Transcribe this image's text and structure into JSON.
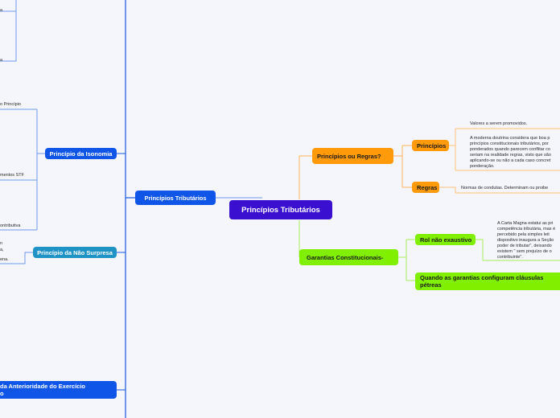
{
  "root": {
    "label": "Princípios Tributários"
  },
  "left": {
    "principios_tributarios": "Princípios Tributários",
    "isonomia": "Princípio da Isonomia",
    "nao_surpresa": "Princípio da Não Surpresa",
    "anterioridade": [
      "da Anterioridade do Exercício",
      "o"
    ],
    "fragments": {
      "f1": "a",
      "f2": "a",
      "f3": "o Princípio",
      "f4": "mentos STF",
      "f5": "ontributiva",
      "f6": "n",
      "f7": "a,",
      "f8": "ena."
    }
  },
  "right": {
    "principios_ou_regras": "Princípios ou Regras?",
    "principios": "Princípios",
    "regras": "Regras",
    "valores_text": "Valores a serem promovidos.",
    "doutrina_text": "A moderna doutrina considera que boa p princípios constitucionais tributários, por ponderados quando parecem conflitar co seriam na realidade regras, visto que são aplicando-se ou não a cada caso concret ponderação.",
    "normas_text": "Normas de condutas. Determinam ou proibe",
    "garantias": "Garantias Constitucionais-",
    "rol": "Rol não exaustivo",
    "carta_text": "A Carta Magna estatui as pri competência tributária, mas é percebido pela simples leit dispositivo inaugura a Seção poder de tributar\", deixando existem \" sem prejuízo de o contribuinte\".",
    "clausulas": "Quando as garantias configuram cláusulas pétreas"
  },
  "colors": {
    "background": "#f4f6fc",
    "root": "#3a0fd0",
    "blue_node": "#0e55e8",
    "teal_node": "#1f93c6",
    "orange_node": "#ff9a0a",
    "green_node": "#80f000",
    "blue_line": "#6f9aea",
    "orange_line": "#ffc27a",
    "green_line": "#a9ef5a"
  }
}
